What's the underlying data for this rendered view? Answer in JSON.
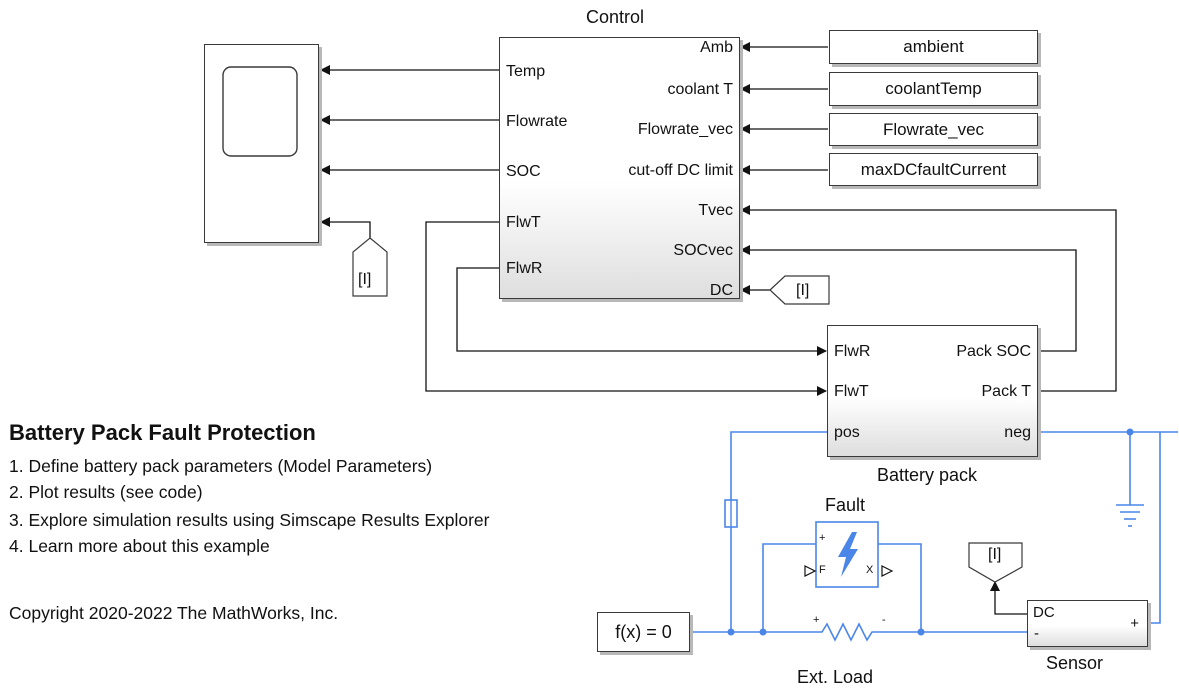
{
  "control": {
    "title": "Control",
    "inputs": [
      "Temp",
      "Flowrate",
      "SOC",
      "FlwT",
      "FlwR"
    ],
    "outputs": [
      "Amb",
      "coolant T",
      "Flowrate_vec",
      "cut-off DC limit",
      "Tvec",
      "SOCvec",
      "DC"
    ]
  },
  "constants": [
    "ambient",
    "coolantTemp",
    "Flowrate_vec",
    "maxDCfaultCurrent"
  ],
  "goto_tag": "[I]",
  "from_tag_scope": "[I]",
  "from_tag_sensor": "[I]",
  "battery_pack": {
    "title": "Battery pack",
    "ports_left": [
      "FlwR",
      "FlwT",
      "pos"
    ],
    "ports_right": [
      "Pack SOC",
      "Pack T",
      "neg"
    ]
  },
  "fault": {
    "title": "Fault",
    "left_label": "F",
    "right_label": "X"
  },
  "solver": {
    "label": "f(x) = 0"
  },
  "load": {
    "title": "Ext. Load",
    "plus": "+",
    "minus": "-"
  },
  "sensor": {
    "title": "Sensor",
    "port_dc": "DC",
    "port_plus": "+",
    "port_minus": "-"
  },
  "notes": {
    "title": "Battery Pack Fault Protection",
    "items": [
      "1. Define battery pack parameters (Model Parameters)",
      "2. Plot results (see code)",
      "3. Explore simulation results using Simscape Results Explorer",
      "4. Learn more about this example"
    ],
    "copyright": "Copyright 2020-2022 The MathWorks, Inc."
  },
  "colors": {
    "signal": "#111111",
    "physical": "#4a86e8",
    "block_border": "#3a3a3a"
  }
}
